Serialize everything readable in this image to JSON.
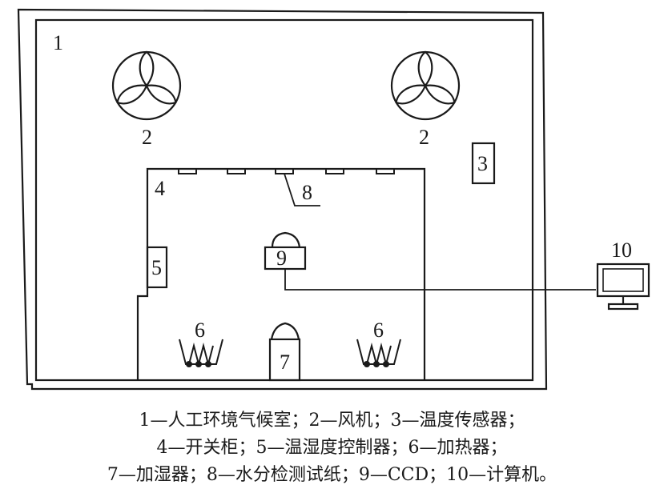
{
  "labels": {
    "chamber": "1",
    "fan_left": "2",
    "fan_right": "2",
    "temp_sensor": "3",
    "cabinet": "4",
    "humidity_controller": "5",
    "heater_left": "6",
    "heater_right": "6",
    "humidifier": "7",
    "test_paper": "8",
    "ccd": "9",
    "computer": "10"
  },
  "legend": {
    "line1": "1—人工环境气候室；2—风机；3—温度传感器；",
    "line2": "4—开关柜；5—温湿度控制器；6—加热器；",
    "line3": "7—加湿器；8—水分检测试纸；9—CCD；10—计算机。"
  },
  "colors": {
    "ink": "#1a1a1a",
    "background": "#ffffff"
  }
}
